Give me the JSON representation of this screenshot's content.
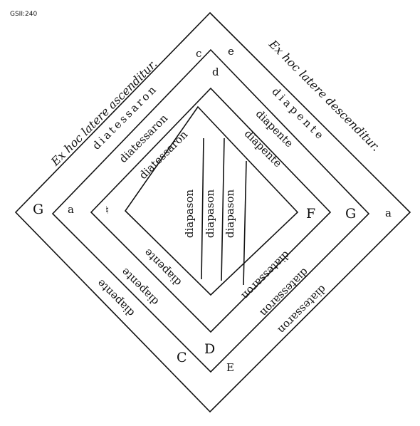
{
  "caption": "GSII:240",
  "headers": {
    "left": "Ex hoc latere ascenditur.",
    "right": "Ex hoc latere descenditur."
  },
  "diatessaron": {
    "outer": "diatessaron",
    "middle": "diatessaron",
    "inner": "diatessaron",
    "lower_a": "diatessaron",
    "lower_b": "diatessaron",
    "lower_c": "diatessaron"
  },
  "diapente": {
    "outer": "diapente",
    "middle": "diapente",
    "inner": "diapente",
    "lower_a": "diapente",
    "lower_b": "diapente",
    "lower_c": "diapente"
  },
  "diapason": [
    "diapason",
    "diapason",
    "diapason"
  ],
  "letters": {
    "left_outer": "G",
    "left_second": "a",
    "left_third": "♮",
    "right_inner": "F",
    "right_second": "G",
    "right_outer": "a",
    "top_c": "c",
    "top_e": "e",
    "top_d": "d",
    "bottom_D": "D",
    "bottom_C": "C",
    "bottom_E": "E"
  }
}
